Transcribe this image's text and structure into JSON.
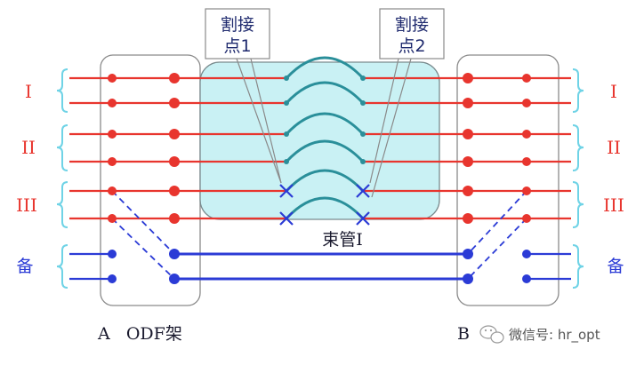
{
  "callouts": {
    "left": {
      "line1": "割接",
      "line2": "点1"
    },
    "right": {
      "line1": "割接",
      "line2": "点2"
    }
  },
  "groups": [
    {
      "id": "g1",
      "label": "I",
      "color": "#e8352e"
    },
    {
      "id": "g2",
      "label": "II",
      "color": "#e8352e"
    },
    {
      "id": "g3",
      "label": "III",
      "color": "#e8352e"
    },
    {
      "id": "g4",
      "label": "备",
      "color": "#2b3bd6"
    }
  ],
  "tube_label": "束管I",
  "odf_left_label": "A   ODF架",
  "odf_right_label": "B",
  "watermark": "微信号: hr_opt",
  "colors": {
    "red": "#e8352e",
    "blue": "#2b3bd6",
    "tube_fill": "#c9f1f4",
    "tube_stroke": "#7a8b8e",
    "splice_arc": "#2a8f9a",
    "bracket": "#6fd3e6",
    "callout_text": "#1f2a6e"
  }
}
